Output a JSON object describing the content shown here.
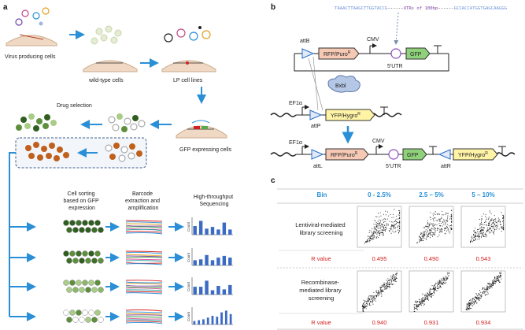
{
  "panels": {
    "a": "a",
    "b": "b",
    "c": "c"
  },
  "panel_a": {
    "virus_label": "Virus producing cells",
    "wildtype_label": "wild-type cells",
    "lp_label": "LP cell lines",
    "drug_label": "Drug selection",
    "gfp_label": "GFP expressing cells",
    "sorting_label": [
      "Cell sorting",
      "based on GFP",
      "expression"
    ],
    "barcode_label": [
      "Barcode",
      "extraction and",
      "amplification"
    ],
    "seq_label": [
      "High-throughput",
      "Sequencing"
    ],
    "count_label": "Count",
    "histograms": [
      [
        0.5,
        0.8,
        0.35,
        0.45,
        0.3,
        0.7,
        0.3
      ],
      [
        0.3,
        0.35,
        0.6,
        0.3,
        0.45,
        0.55,
        0.45
      ],
      [
        0.45,
        0.45,
        0.8,
        0.25,
        0.5,
        0.3,
        0.55
      ],
      [
        0.2,
        0.25,
        0.3,
        0.4,
        0.5,
        0.45,
        0.7,
        0.8,
        0.6
      ]
    ]
  },
  "panel_b": {
    "seq_left": "TAAACTTAAGCTTGGTACCG",
    "seq_mid": "UTRs of 100bp",
    "seq_right": "GCCACCATGGTGAGCAAGGG",
    "attB": "attB",
    "cmv": "CMV",
    "rfp_puro": "RFP/Puro",
    "rfp_sup": "R",
    "utr": "5'UTR",
    "gfp": "GFP",
    "bxbl": "Bxbl",
    "ef1a": "EF1α",
    "attP": "attP",
    "yfp_hygro": "YFP/Hygro",
    "yfp_sup": "R",
    "attL": "attL",
    "attR": "attR"
  },
  "panel_c": {
    "header": [
      "Bin",
      "0 - 2.5%",
      "2.5 – 5%",
      "5 – 10%"
    ],
    "rows": [
      {
        "label": [
          "Lentiviral-mediated",
          "library screening"
        ],
        "r_label": "R value",
        "r_values": [
          "0.495",
          "0.490",
          "0.543"
        ]
      },
      {
        "label": [
          "Recombinase-",
          "mediated library",
          "screening"
        ],
        "r_label": "R value",
        "r_values": [
          "0.940",
          "0.931",
          "0.934"
        ]
      }
    ]
  },
  "colors": {
    "accent": "#2a8fd6",
    "dark_green": "#2f5e1f",
    "mid_green": "#5d8f3c",
    "light_green": "#a9cc86",
    "orange": "#c0601d",
    "red": "#d62020",
    "rfp": "#f6c9b5",
    "yfp": "#fff3a6",
    "gfp": "#8fd17a"
  }
}
